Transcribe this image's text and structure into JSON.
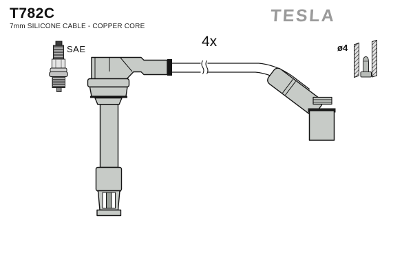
{
  "header": {
    "product_code": "T782C",
    "product_description": "7mm SILICONE CABLE - COPPER CORE"
  },
  "brand": {
    "logo_text": "TESLA",
    "logo_color": "#9a9a9a"
  },
  "labels": {
    "quantity": "4x",
    "plug_standard": "SAE",
    "terminal_diameter": "ø4"
  },
  "drawing": {
    "icons": [
      "spark-plug-icon",
      "coil-end-boot",
      "ignition-cable",
      "cable-break-icon",
      "plug-end-boot",
      "terminal-socket-icon"
    ]
  },
  "colors": {
    "background": "#ffffff",
    "part_fill": "#c7cbc7",
    "outline": "#141414",
    "logo_gray": "#9a9a9a"
  }
}
